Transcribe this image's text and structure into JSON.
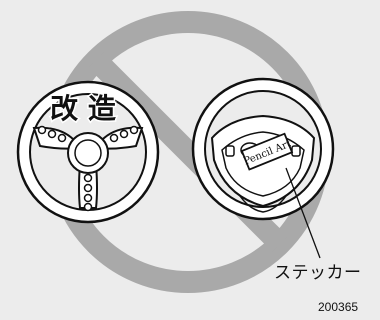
{
  "left_wheel": {
    "label": "改 造"
  },
  "right_wheel": {
    "sticker_text": "Pencil Art"
  },
  "callout": {
    "label": "ステッカー"
  },
  "figure_code": "200365",
  "colors": {
    "background": "#ececec",
    "prohibition_ring": "#a9a9a9",
    "wheel_stroke": "#111111",
    "wheel_fill": "#ffffff"
  },
  "icons": {
    "prohibition": "prohibition-sign"
  }
}
